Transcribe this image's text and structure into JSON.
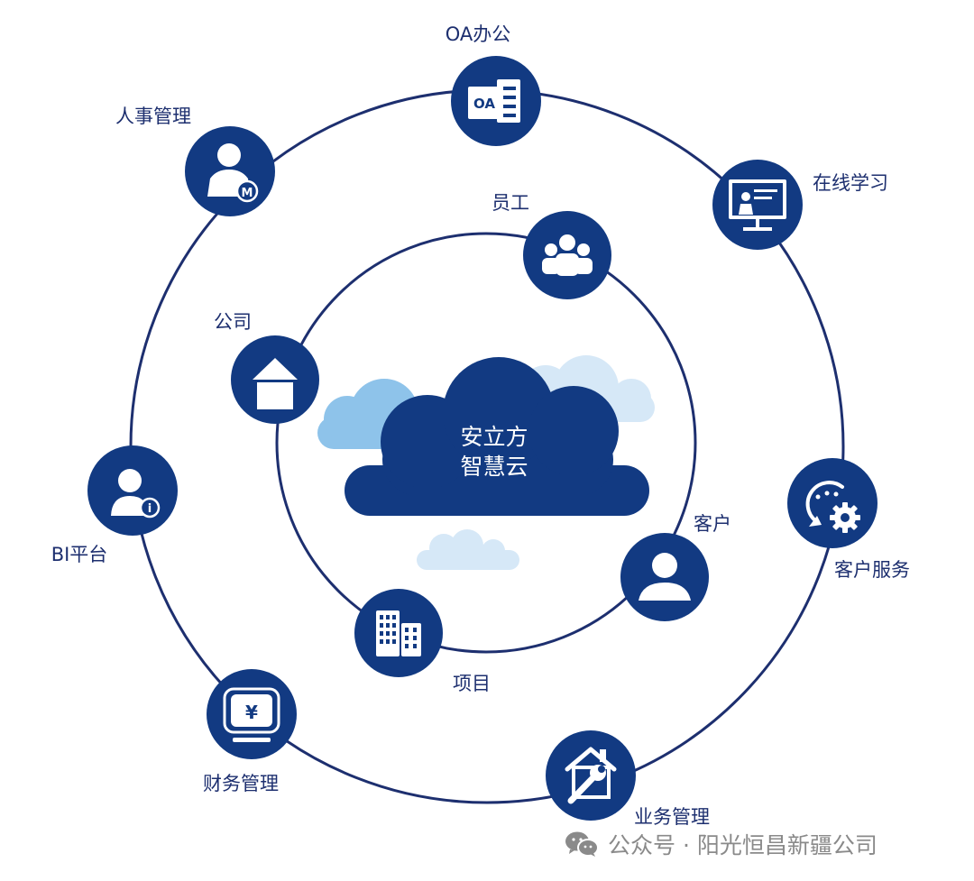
{
  "center": {
    "line1": "安立方",
    "line2": "智慧云"
  },
  "outer_ring": {
    "oa": "OA办公",
    "hr": "人事管理",
    "learning": "在线学习",
    "bi": "BI平台",
    "service": "客户服务",
    "finance": "财务管理",
    "business": "业务管理"
  },
  "inner_ring": {
    "staff": "员工",
    "company": "公司",
    "customer": "客户",
    "project": "项目"
  },
  "icons": {
    "oa_badge": "OA",
    "hr_badge": "M",
    "bi_badge": "i",
    "finance_symbol": "¥"
  },
  "watermark": {
    "text": "公众号 · 阳光恒昌新疆公司"
  },
  "colors": {
    "primary": "#123a82",
    "ring": "#1d2f6f",
    "light_cloud": "#8ec3ea",
    "pale_cloud": "#d6e8f7",
    "watermark": "#8a8a8a"
  }
}
